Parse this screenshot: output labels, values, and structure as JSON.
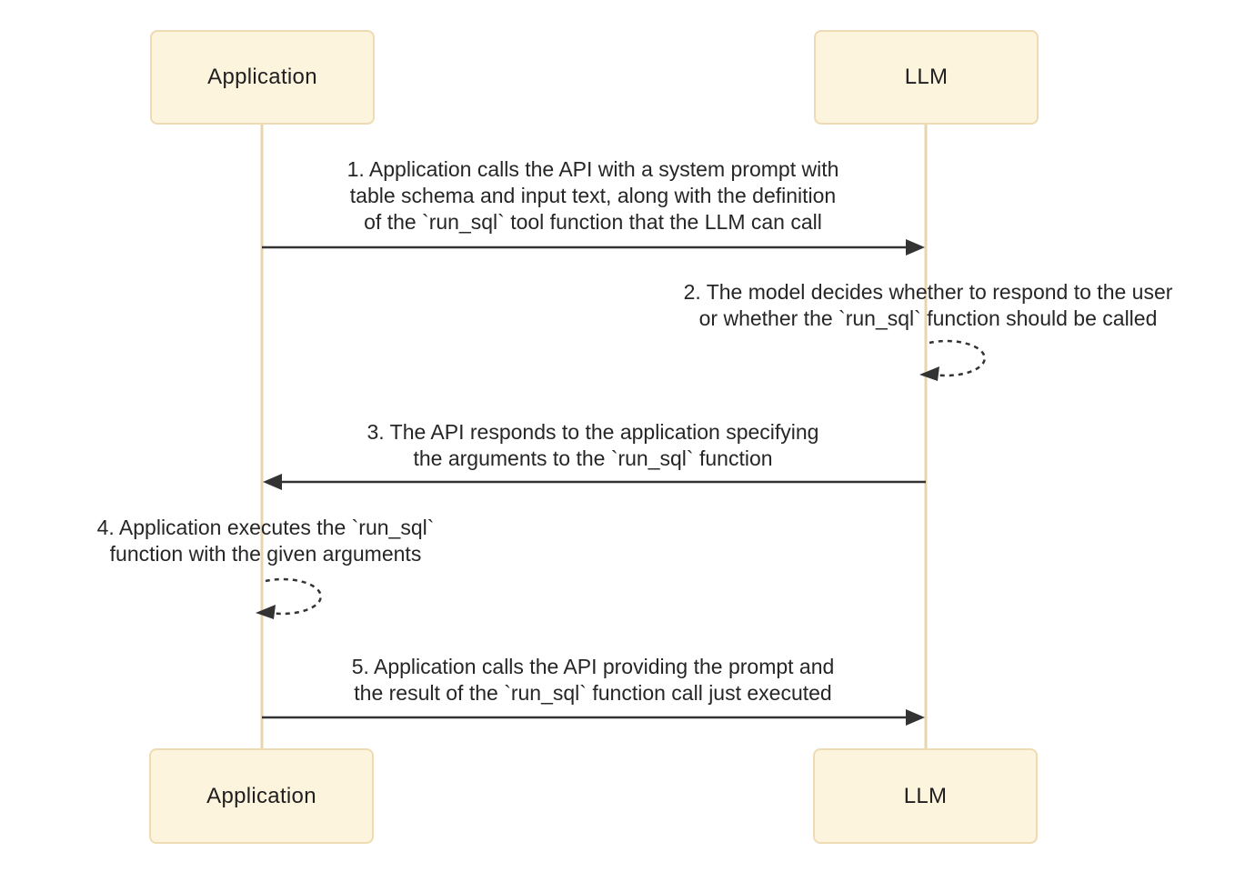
{
  "diagram": {
    "type": "sequence",
    "actors": [
      {
        "id": "application",
        "label": "Application"
      },
      {
        "id": "llm",
        "label": "LLM"
      }
    ],
    "colors": {
      "background": "#ffffff",
      "actor_fill": "#fdf4de",
      "actor_border": "#eedbb3",
      "lifeline": "#e8d5ab",
      "arrow": "#333333",
      "text": "#262626"
    },
    "messages": [
      {
        "from": "application",
        "to": "llm",
        "style": "solid-arrow-right",
        "lines": [
          "1. Application calls the API with a system prompt with",
          "table schema and input text, along with the definition",
          "of the `run_sql` tool function that the LLM can call"
        ]
      },
      {
        "from": "llm",
        "to": "llm",
        "style": "dashed-self-loop",
        "lines": [
          "2. The model decides whether to respond to the user",
          "or whether the `run_sql` function should be called"
        ]
      },
      {
        "from": "llm",
        "to": "application",
        "style": "solid-arrow-left",
        "lines": [
          "3. The API responds to the application specifying",
          "the arguments to the `run_sql` function"
        ]
      },
      {
        "from": "application",
        "to": "application",
        "style": "dashed-self-loop",
        "lines": [
          "4. Application executes the `run_sql`",
          "function with the given arguments"
        ]
      },
      {
        "from": "application",
        "to": "llm",
        "style": "solid-arrow-right",
        "lines": [
          "5. Application calls the API providing the prompt and",
          "the result of the `run_sql` function call just executed"
        ]
      }
    ]
  }
}
